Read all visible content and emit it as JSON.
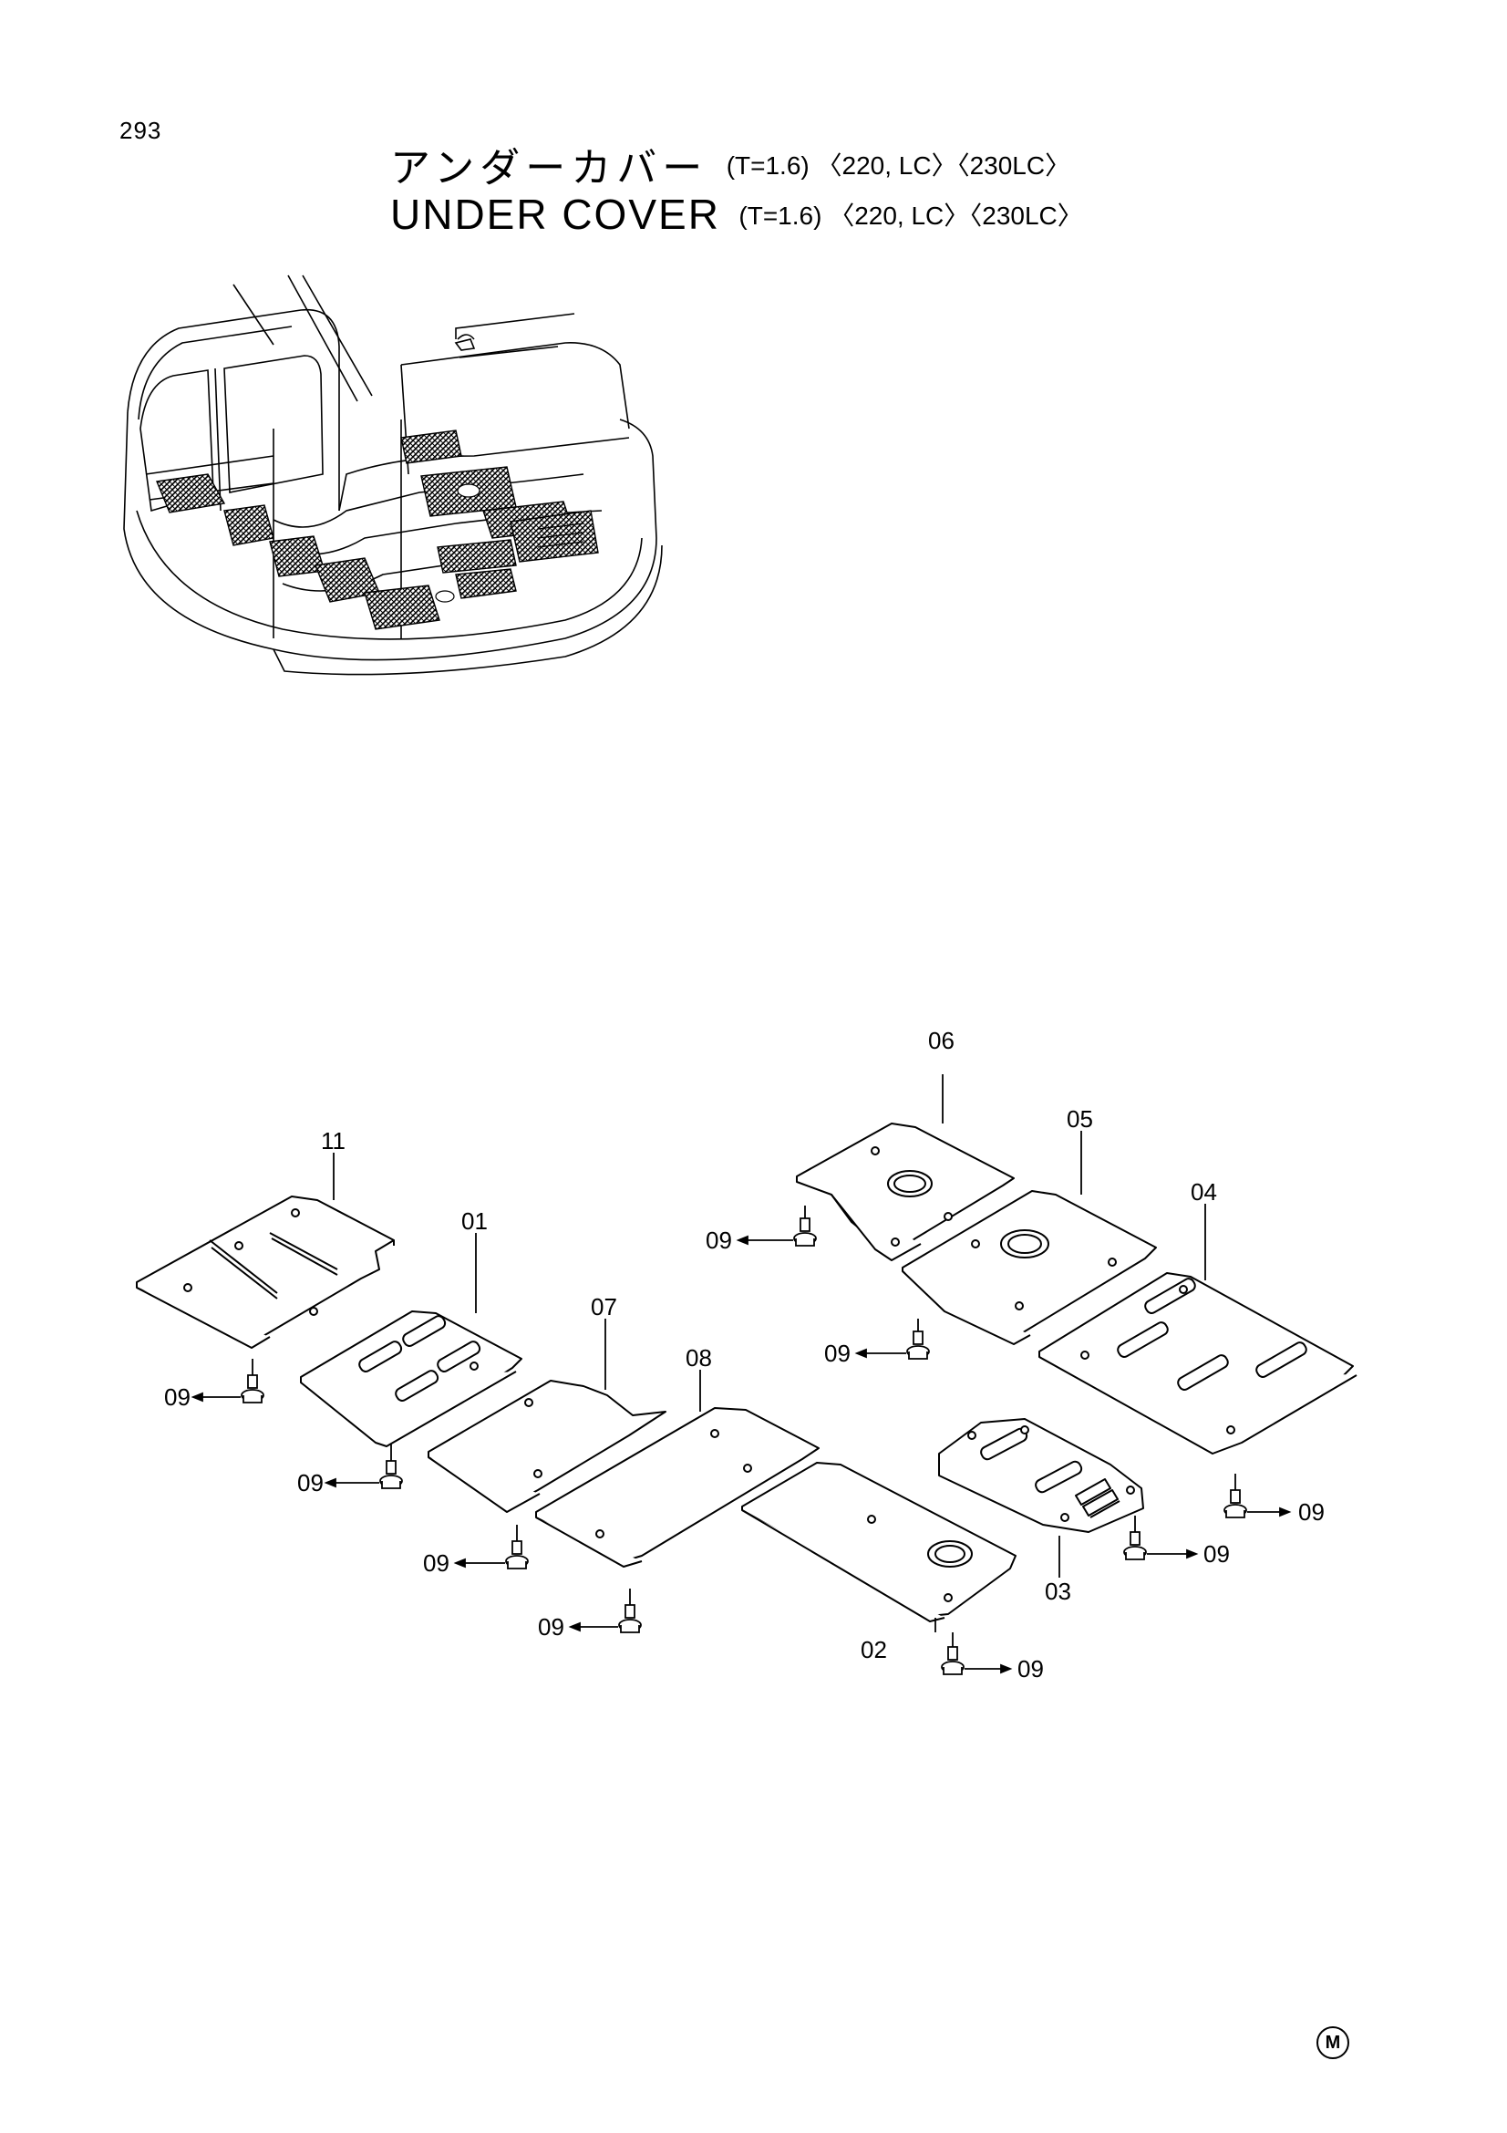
{
  "page": {
    "number": "293"
  },
  "title": {
    "japanese": "アンダーカバー",
    "english": "UNDER COVER",
    "spec": "(T=1.6) 〈220, LC〉〈230LC〉"
  },
  "callouts": {
    "c06": "06",
    "c05": "05",
    "c04": "04",
    "c11": "11",
    "c01": "01",
    "c07": "07",
    "c08": "08",
    "c03": "03",
    "c02": "02",
    "c09": "09"
  },
  "corner_mark": "M"
}
